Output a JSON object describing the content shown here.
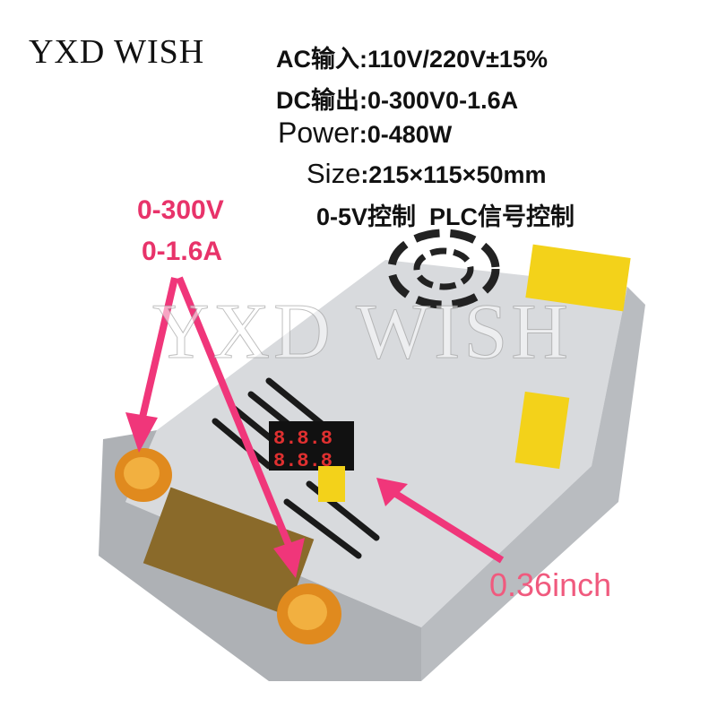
{
  "brand": "YXD WISH",
  "specs": [
    {
      "label": "AC输入",
      "value": ":110V/220V±15%"
    },
    {
      "label": "DC输出",
      "value": ":0-300V0-1.6A"
    },
    {
      "label": "Power",
      "value": ":0-480W"
    },
    {
      "label": "Size",
      "value": ":215×115×50mm"
    }
  ],
  "control_line": "0-5V控制  PLC信号控制",
  "callouts": {
    "voltage": "0-300V",
    "current": "0-1.6A",
    "display_size": "0.36inch"
  },
  "watermark": "YXD WISH",
  "colors": {
    "callout_red": "#e8336a",
    "arrow_pink": "#f0367a",
    "case_silver": "#c9ccd0",
    "knob_orange": "#e08a1e"
  }
}
